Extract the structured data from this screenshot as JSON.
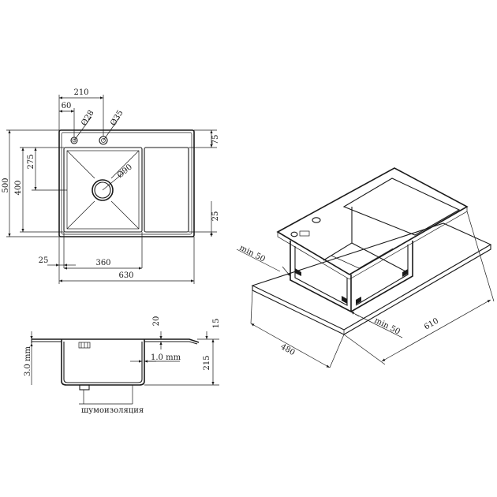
{
  "drawing": {
    "top_view": {
      "dim_210": "210",
      "dim_60": "60",
      "dim_d28": "Ø28",
      "dim_d35": "Ø35",
      "dim_75": "75",
      "dim_275": "275",
      "dim_400": "400",
      "dim_500": "500",
      "dim_d90": "Ø90",
      "dim_25_right": "25",
      "dim_25_bottom": "25",
      "dim_360": "360",
      "dim_630": "630"
    },
    "section_view": {
      "dim_20": "20",
      "dim_15": "15",
      "dim_3mm": "3.0 mm",
      "dim_1mm": "1.0 mm",
      "dim_215": "215",
      "insulation_label": "шумоизоляция"
    },
    "install_view": {
      "min50_left": "min 50",
      "min50_right": "min 50",
      "dim_480": "480",
      "dim_610": "610"
    }
  }
}
